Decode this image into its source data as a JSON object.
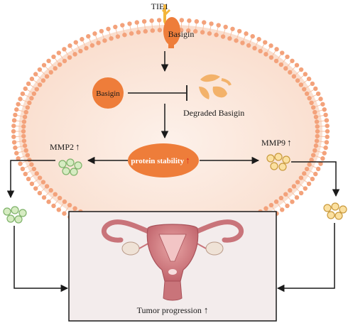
{
  "labels": {
    "tie1": "TIE1",
    "basigin_membrane": "Basigin",
    "basigin": "Basigin",
    "degraded_basigin": "Degraded Basigin",
    "protein_stability": "protein stability",
    "mmp2": "MMP2",
    "mmp9": "MMP9",
    "tumor_progression": "Tumor progression"
  },
  "arrow_glyphs": {
    "up_black": "↑",
    "up_red": "↑"
  },
  "colors": {
    "cell_fill": "#fbe7dc",
    "membrane_dot": "#f3a27b",
    "membrane_line": "#f7c2a5",
    "basigin_orange": "#ee7d3a",
    "tie1_yellow": "#f3b53b",
    "degraded": "#f3b26a",
    "mmp2_green": "#d6ecc2",
    "mmp2_stroke": "#7fb26a",
    "mmp9_yellow": "#fbe0a0",
    "mmp9_stroke": "#c99a3e",
    "red_arrow": "#d6261d",
    "box_fill": "#f3ecec",
    "uterus": "#c9747a"
  },
  "icons": [
    "tie1-receptor-icon",
    "degraded-basigin-icon",
    "uterus-icon",
    "inhibition-icon"
  ]
}
